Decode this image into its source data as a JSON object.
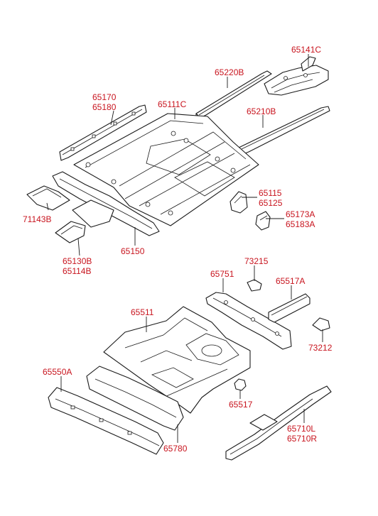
{
  "colors": {
    "label": "#c8141e",
    "line": "#1a1a1a",
    "background": "#ffffff"
  },
  "parts": {
    "p65141C": "65141C",
    "p65220B": "65220B",
    "p65170": "65170",
    "p65180": "65180",
    "p65111C": "65111C",
    "p65210B": "65210B",
    "p65115": "65115",
    "p65125": "65125",
    "p65173A": "65173A",
    "p65183A": "65183A",
    "p71143B": "71143B",
    "p65130B": "65130B",
    "p65114B": "65114B",
    "p65150": "65150",
    "p73215": "73215",
    "p65751": "65751",
    "p65517A": "65517A",
    "p65511": "65511",
    "p73212": "73212",
    "p65550A": "65550A",
    "p65517": "65517",
    "p65710L": "65710L",
    "p65710R": "65710R",
    "p65780": "65780"
  }
}
